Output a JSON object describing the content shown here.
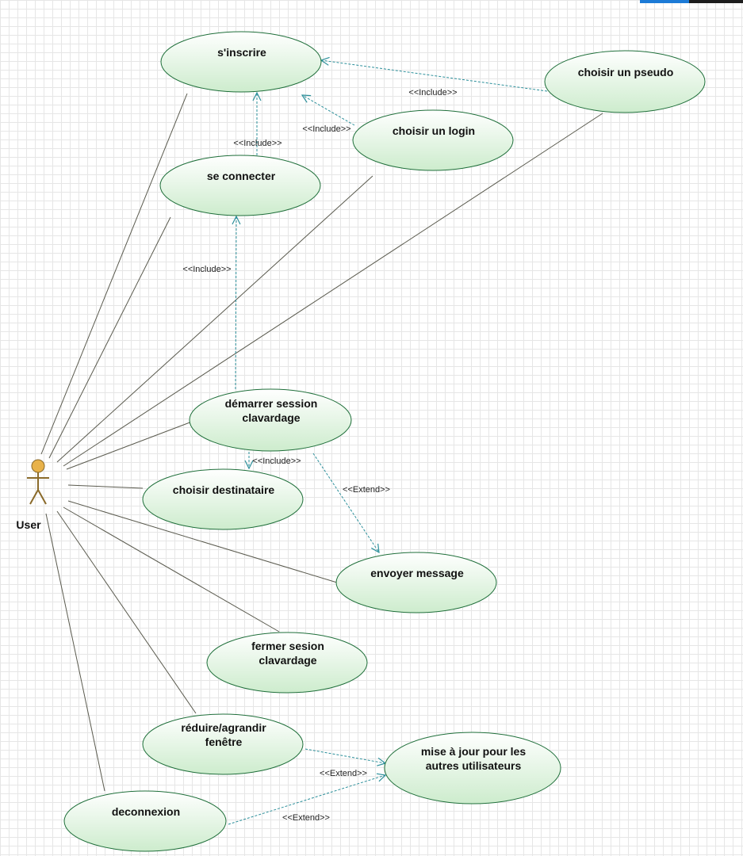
{
  "actor": {
    "label": "User"
  },
  "use_cases": [
    {
      "id": "sinscrire",
      "lines": [
        "s'inscrire"
      ]
    },
    {
      "id": "pseudo",
      "lines": [
        "choisir un pseudo"
      ]
    },
    {
      "id": "login",
      "lines": [
        "choisir un login"
      ]
    },
    {
      "id": "connecter",
      "lines": [
        "se connecter"
      ]
    },
    {
      "id": "demarrer",
      "lines": [
        "démarrer session",
        "clavardage"
      ]
    },
    {
      "id": "destinataire",
      "lines": [
        "choisir destinataire"
      ]
    },
    {
      "id": "envoyer",
      "lines": [
        "envoyer message"
      ]
    },
    {
      "id": "fermer",
      "lines": [
        "fermer sesion",
        "clavardage"
      ]
    },
    {
      "id": "reduire",
      "lines": [
        "réduire/agrandir",
        "fenêtre"
      ]
    },
    {
      "id": "miseajour",
      "lines": [
        "mise à jour pour les",
        "autres utilisateurs"
      ]
    },
    {
      "id": "deconnexion",
      "lines": [
        "deconnexion"
      ]
    }
  ],
  "relations": [
    {
      "from": "pseudo",
      "to": "sinscrire",
      "label": "<<Include>>"
    },
    {
      "from": "login",
      "to": "sinscrire",
      "label": "<<Include>>"
    },
    {
      "from": "connecter",
      "to": "sinscrire",
      "label": "<<Include>>"
    },
    {
      "from": "demarrer",
      "to": "connecter",
      "label": "<<Include>>"
    },
    {
      "from": "demarrer",
      "to": "destinataire",
      "label": "<<Include>>"
    },
    {
      "from": "demarrer",
      "to": "envoyer",
      "label": "<<Extend>>"
    },
    {
      "from": "reduire",
      "to": "miseajour",
      "label": "<<Extend>>"
    },
    {
      "from": "deconnexion",
      "to": "miseajour",
      "label": "<<Extend>>"
    }
  ],
  "associations": [
    "sinscrire",
    "connecter",
    "login",
    "pseudo",
    "demarrer",
    "destinataire",
    "envoyer",
    "fermer",
    "reduire",
    "deconnexion"
  ],
  "colors": {
    "usecase_fill_top": "#ffffff",
    "usecase_fill_bottom": "#cdeccd",
    "usecase_stroke": "#1f6f3a",
    "dependency": "#2b8f9a",
    "association": "#5a5a4e",
    "actor_fill": "#e8b24a",
    "actor_stroke": "#8a6a2a"
  }
}
